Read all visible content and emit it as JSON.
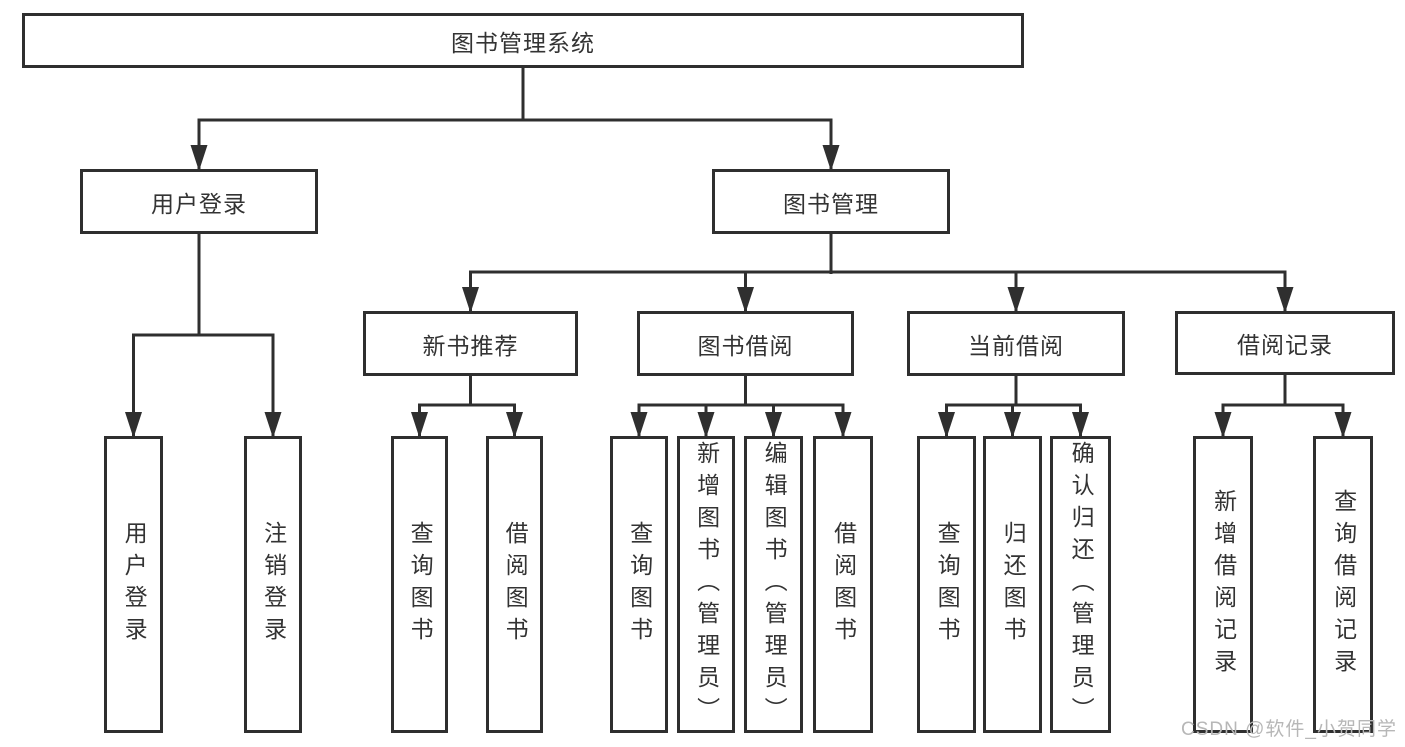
{
  "diagram": {
    "tree": {
      "root": {
        "label": "图书管理系统"
      },
      "branches": [
        {
          "label": "用户登录",
          "children": [
            {
              "label": "用户登录"
            },
            {
              "label": "注销登录"
            }
          ]
        },
        {
          "label": "图书管理",
          "children": [
            {
              "label": "新书推荐",
              "children": [
                {
                  "label": "查询图书"
                },
                {
                  "label": "借阅图书"
                }
              ]
            },
            {
              "label": "图书借阅",
              "children": [
                {
                  "label": "查询图书"
                },
                {
                  "label": "新增图书（管理员）"
                },
                {
                  "label": "编辑图书（管理员）"
                },
                {
                  "label": "借阅图书"
                }
              ]
            },
            {
              "label": "当前借阅",
              "children": [
                {
                  "label": "查询图书"
                },
                {
                  "label": "归还图书"
                },
                {
                  "label": "确认归还（管理员）"
                }
              ]
            },
            {
              "label": "借阅记录",
              "children": [
                {
                  "label": "新增借阅记录"
                },
                {
                  "label": "查询借阅记录"
                }
              ]
            }
          ]
        }
      ]
    },
    "colors": {
      "line": "#333333",
      "text": "#333333",
      "watermark": "#b7b7b7"
    },
    "watermark": {
      "text": "CSDN @软件_小贺同学"
    }
  }
}
